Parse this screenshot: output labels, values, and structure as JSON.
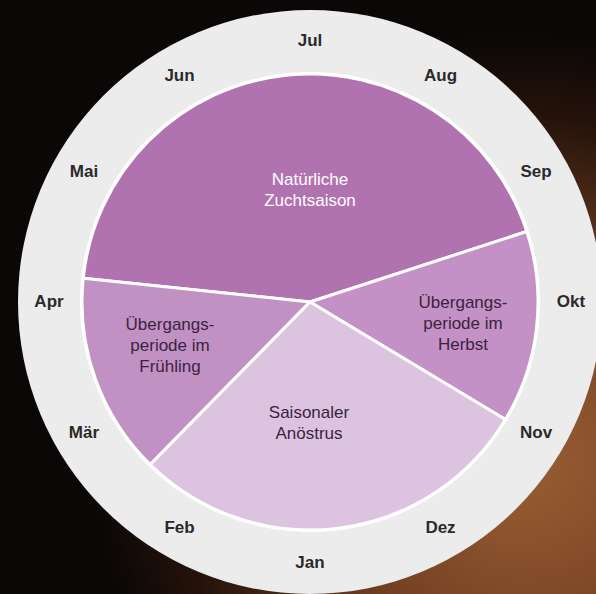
{
  "diagram": {
    "nodes": [
      {
        "text": [
          "Natürliche Zuchtsaison"
        ]
      },
      {
        "text": [
          "Übergangs- periode im Herbst"
        ]
      },
      {
        "text": [
          "Übergangs- periode im Frühling"
        ]
      },
      {
        "text": [
          "Saisonaler Anöstrus"
        ]
      }
    ],
    "labels": [
      "Jul",
      "Aug",
      "Sep",
      "Okt",
      "Nov",
      "Dez",
      "Jan",
      "Feb",
      "Mär",
      "Apr",
      "Mai",
      "Jun"
    ]
  }
}
